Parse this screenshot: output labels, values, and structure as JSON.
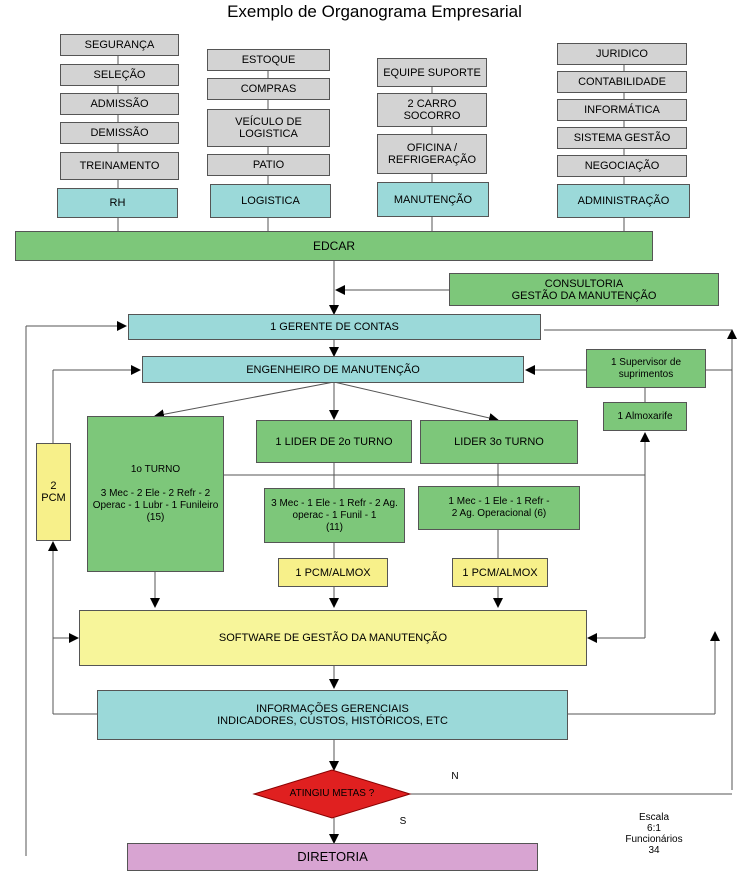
{
  "title": "Exemplo de Organograma Empresarial",
  "top_groups": {
    "rh": [
      "SEGURANÇA",
      "SELEÇÃO",
      "ADMISSÃO",
      "DEMISSÃO",
      "TREINAMENTO",
      "RH"
    ],
    "logistica": [
      "ESTOQUE",
      "COMPRAS",
      "VEÍCULO DE LOGISTICA",
      "PATIO",
      "LOGISTICA"
    ],
    "manutencao": [
      "EQUIPE SUPORTE",
      "2 CARRO SOCORRO",
      "OFICINA /\nREFRIGERAÇÃO",
      "MANUTENÇÃO"
    ],
    "administracao": [
      "JURIDICO",
      "CONTABILIDADE",
      "INFORMÁTICA",
      "SISTEMA GESTÃO",
      "NEGOCIAÇÃO",
      "ADMINISTRAÇÃO"
    ]
  },
  "nodes": {
    "edcar": "EDCAR",
    "consultoria": "CONSULTORIA\nGESTÃO DA MANUTENÇÃO",
    "gerente": "1 GERENTE DE CONTAS",
    "engenheiro": "ENGENHEIRO DE MANUTENÇÃO",
    "supervisor": "1 Supervisor de\nsuprimentos",
    "almoxarife": "1 Almoxarife",
    "pcm2": "2\nPCM",
    "turno1": "1o TURNO\n\n3 Mec - 2 Ele - 2 Refr - 2\nOperac - 1 Lubr - 1 Funileiro\n(15)",
    "lider2": "1 LIDER DE 2o TURNO",
    "lider3": "LIDER 3o TURNO",
    "equipe2": "3 Mec - 1 Ele - 1 Refr - 2 Ag.\noperac - 1 Funil - 1\n(11)",
    "equipe3": "1 Mec - 1 Ele - 1 Refr -\n2 Ag. Operacional (6)",
    "pcm_almox_2": "1 PCM/ALMOX",
    "pcm_almox_3": "1 PCM/ALMOX",
    "software": "SOFTWARE DE GESTÃO DA MANUTENÇÃO",
    "informacoes": "INFORMAÇÕES GERENCIAIS\nINDICADORES, CUSTOS, HISTÓRICOS, ETC",
    "metas": "ATINGIU METAS ?",
    "diretoria": "DIRETORIA",
    "label_n": "N",
    "label_s": "S",
    "escala": "Escala\n6:1\nFuncionários\n34"
  },
  "colors": {
    "gray": "#d3d3d3",
    "cyan": "#9bd9d9",
    "green": "#7dc77a",
    "yellow": "#f7f08a",
    "red": "#e02020",
    "pink": "#d8a4d2",
    "connector": "#555555",
    "marker": "#3355cc"
  }
}
